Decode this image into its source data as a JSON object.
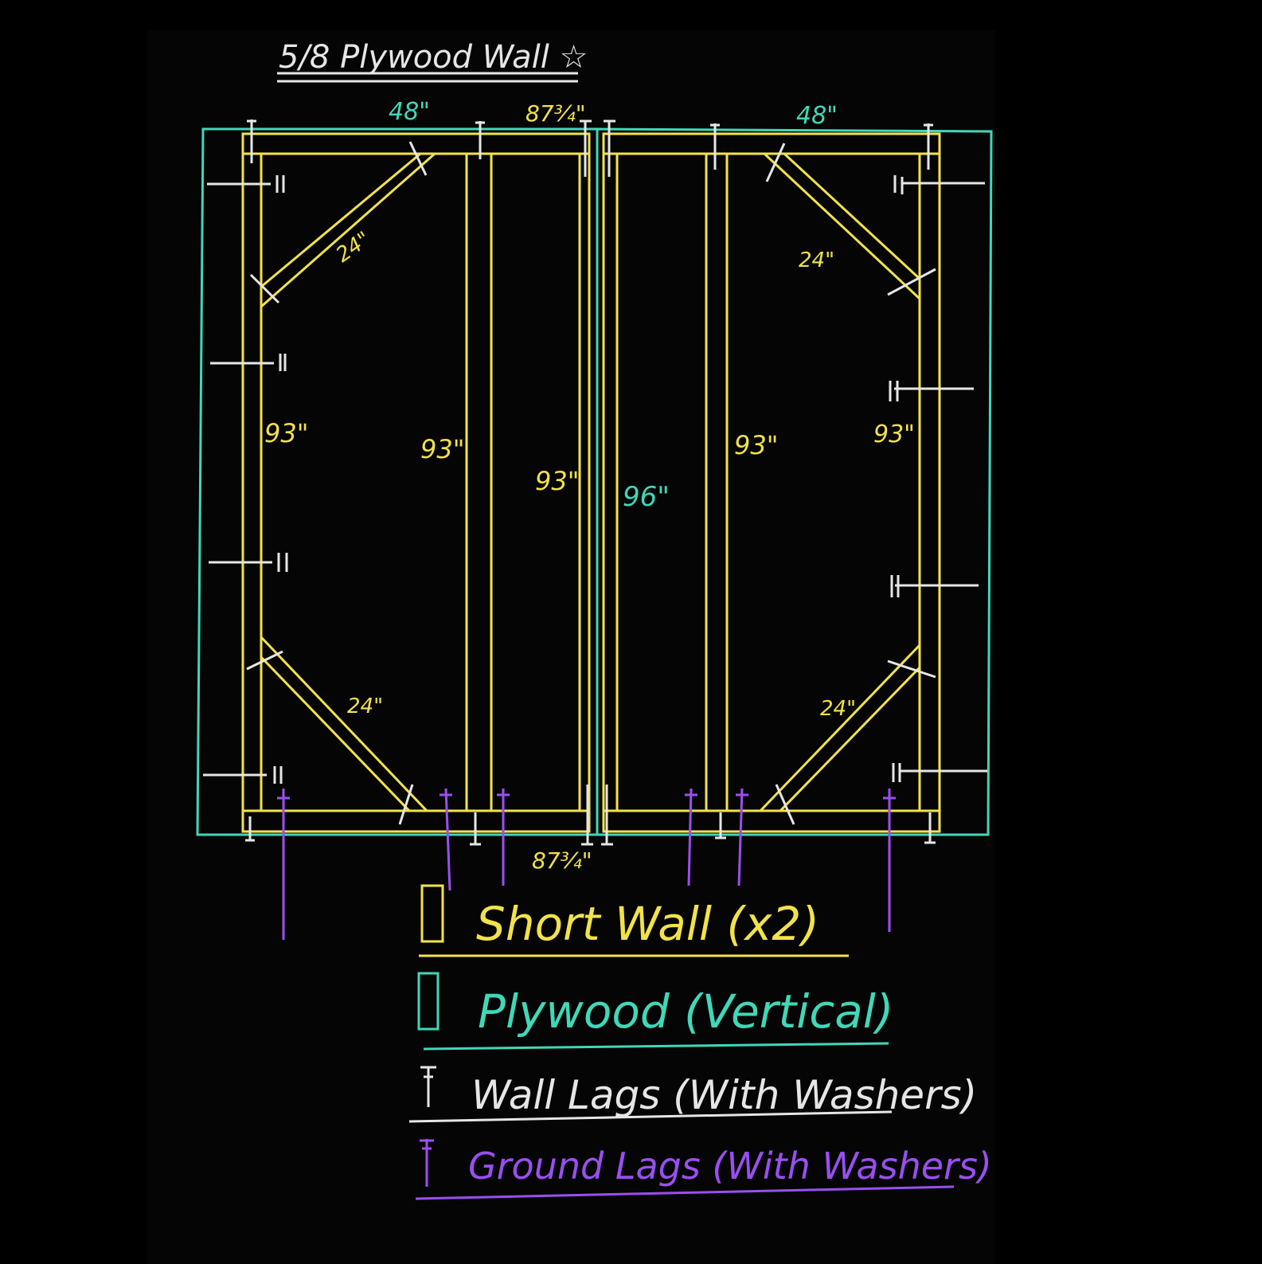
{
  "title": "5/8 Plywood Wall ☆",
  "colors": {
    "short_wall": "#f2e24a",
    "plywood": "#3fd8b9",
    "wall_lag": "#e6e6e6",
    "ground_lag": "#9a4ff0"
  },
  "dimensions": {
    "plywood_width_left": "48\"",
    "plywood_width_right": "48\"",
    "plate_length_top": "87¾\"",
    "plate_length_bottom": "87¾\"",
    "plywood_height": "96\"",
    "stud_heights": [
      "93\"",
      "93\"",
      "93\"",
      "93\"",
      "93\""
    ],
    "brace_lengths": [
      "24\"",
      "24\"",
      "24\"",
      "24\""
    ]
  },
  "legend": [
    {
      "label": "Short Wall (x2)",
      "symbol": "rectangle-icon"
    },
    {
      "label": "Plywood (Vertical)",
      "symbol": "rectangle-icon"
    },
    {
      "label": "Wall Lags (With Washers)",
      "symbol": "lag-icon"
    },
    {
      "label": "Ground Lags (With Washers)",
      "symbol": "lag-icon"
    }
  ]
}
